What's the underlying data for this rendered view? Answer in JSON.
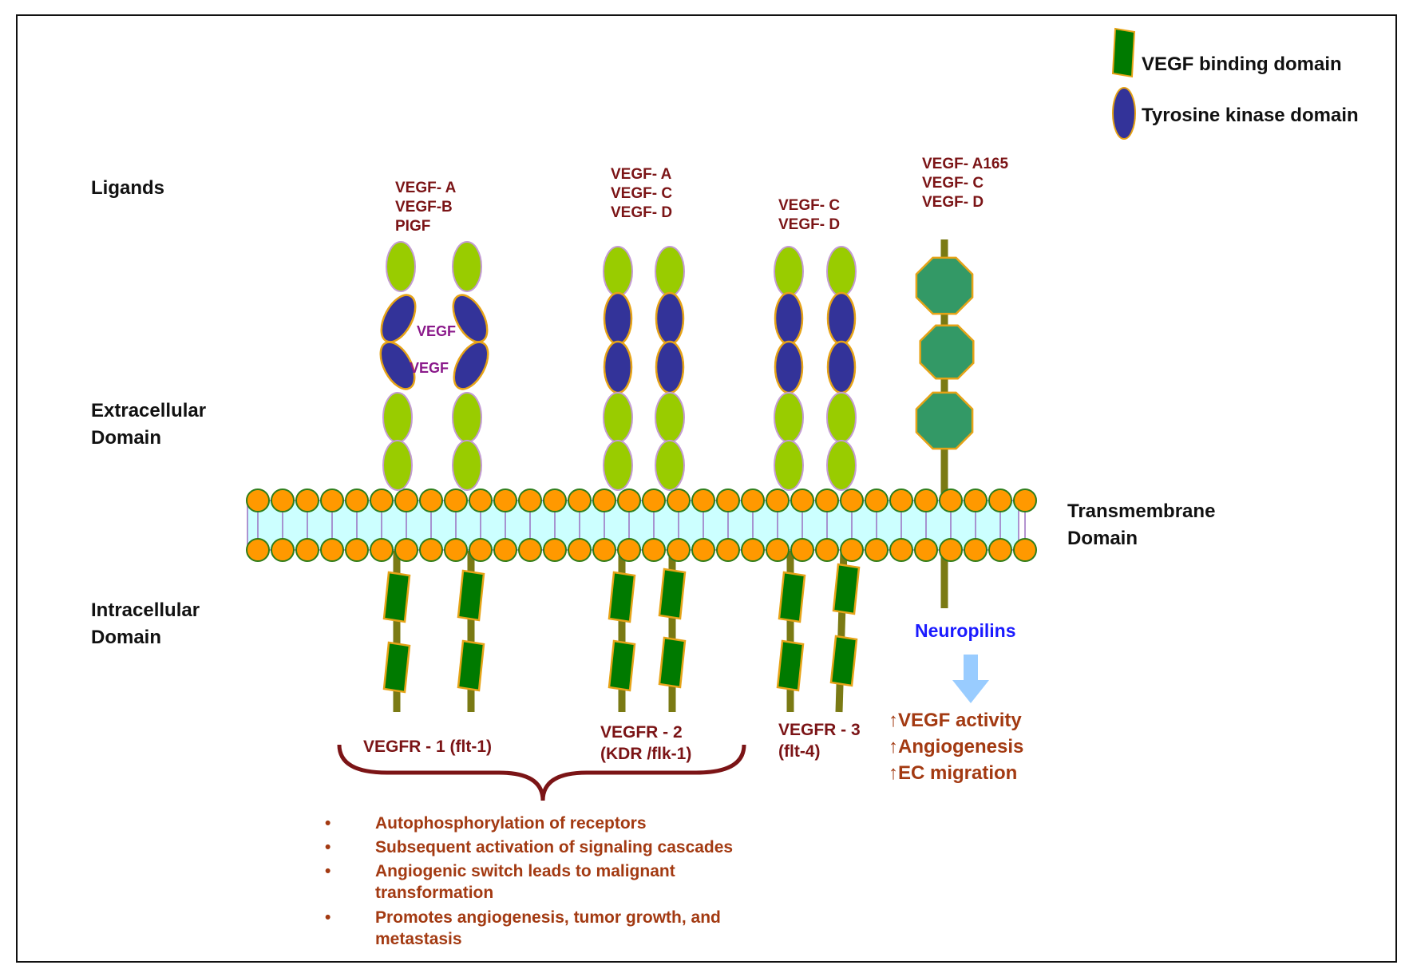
{
  "legend": {
    "binding": "VEGF binding domain",
    "kinase": "Tyrosine kinase domain"
  },
  "side_labels": {
    "ligands": "Ligands",
    "extracellular": [
      "Extracellular",
      "Domain"
    ],
    "intracellular": [
      "Intracellular",
      "Domain"
    ],
    "transmembrane": [
      "Transmembrane",
      "Domain"
    ]
  },
  "ligands": {
    "vegfr1": [
      "VEGF- A",
      "VEGF-B",
      "PIGF"
    ],
    "vegfr2": [
      "VEGF- A",
      "VEGF- C",
      "VEGF- D"
    ],
    "vegfr3": [
      "VEGF- C",
      "VEGF- D"
    ],
    "neuropilin": [
      "VEGF- A165",
      "VEGF- C",
      "VEGF- D"
    ]
  },
  "vegf_labels": [
    "VEGF",
    "VEGF"
  ],
  "receptors": {
    "vegfr1": [
      "VEGFR - 1 (flt-1)"
    ],
    "vegfr2": [
      "VEGFR - 2",
      "(KDR /flk-1)"
    ],
    "vegfr3": [
      "VEGFR - 3",
      "(flt-4)"
    ]
  },
  "neuropilins": "Neuropilins",
  "effects": [
    "↑VEGF activity",
    "↑Angiogenesis",
    "↑EC migration"
  ],
  "bullets": [
    [
      "Autophosphorylation of receptors"
    ],
    [
      "Subsequent activation of signaling cascades"
    ],
    [
      "Angiogenic switch leads to malignant",
      "transformation"
    ],
    [
      "Promotes angiogenesis, tumor growth, and",
      "metastasis"
    ]
  ],
  "bullet_symbol": "•",
  "colors": {
    "ig_domain": "#99cc00",
    "kinase_domain": "#333399",
    "binding_domain": "#007a00",
    "stalk": "#7a7a14",
    "lipid_head": "#ff9900",
    "membrane_band": "#ccffff",
    "neuropilin_domain": "#339966",
    "bracket": "#7b1416",
    "arrow": "#99ccff"
  }
}
